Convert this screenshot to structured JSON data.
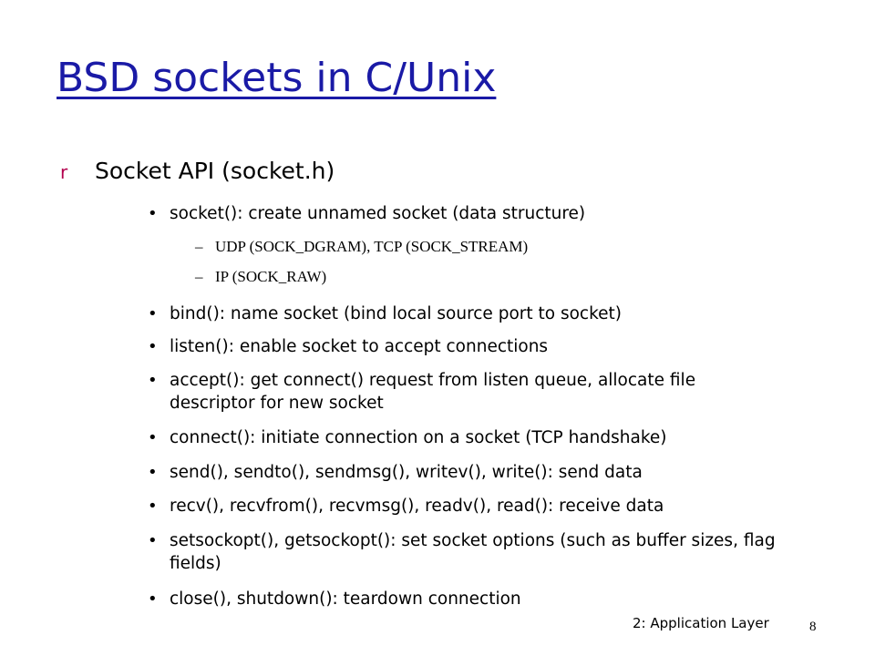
{
  "slide": {
    "title": "BSD sockets in C/Unix",
    "level1_marker": "r",
    "level1_text": "Socket API (socket.h)",
    "bullet_glyph": "•",
    "dash_glyph": "–",
    "items": [
      "socket(): create unnamed socket (data structure)",
      "bind(): name socket (bind local source port to socket)",
      "listen(): enable socket to accept connections",
      "accept(): get connect() request from listen queue, allocate file descriptor for new socket",
      "connect(): initiate connection on a socket (TCP handshake)",
      "send(), sendto(), sendmsg(), writev(), write(): send data",
      "recv(), recvfrom(), recvmsg(), readv(), read(): receive data",
      "setsockopt(), getsockopt(): set socket options (such as buffer sizes, flag fields)",
      "close(), shutdown(): teardown connection"
    ],
    "subitems": [
      "UDP (SOCK_DGRAM), TCP (SOCK_STREAM)",
      "IP (SOCK_RAW)"
    ]
  },
  "footer": {
    "label": "2: Application Layer",
    "page_number": "8"
  },
  "colors": {
    "title": "#1a1aa6",
    "marker": "#b3004d"
  }
}
